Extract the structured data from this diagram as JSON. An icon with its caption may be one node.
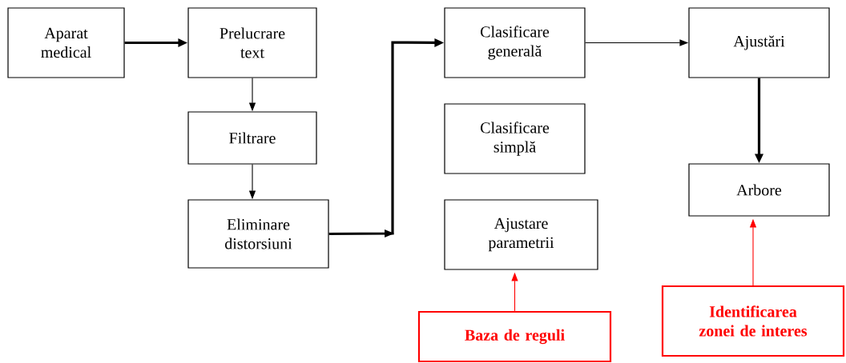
{
  "diagram": {
    "nodes": [
      {
        "text": [
          "Aparat medical"
        ]
      },
      {
        "text": [
          "Prelucrare text"
        ]
      },
      {
        "text": [
          "Filtrare"
        ]
      },
      {
        "text": [
          "Eliminare distorsiuni"
        ]
      },
      {
        "text": [
          "Clasificare generală"
        ]
      },
      {
        "text": [
          "Clasificare simplă"
        ]
      },
      {
        "text": [
          "Ajustare parametrii"
        ]
      },
      {
        "text": [
          "Ajustări"
        ]
      },
      {
        "text": [
          "Arbore"
        ]
      },
      {
        "text": [
          "Baza de reguli"
        ]
      },
      {
        "text": [
          "Identificarea zonei de interes"
        ]
      }
    ],
    "edges": [
      {
        "from": 0,
        "to": 1,
        "arrow": "to",
        "style": "thick"
      },
      {
        "from": 1,
        "to": 2,
        "arrow": "to"
      },
      {
        "from": 2,
        "to": 3,
        "arrow": "to"
      },
      {
        "from": 3,
        "to": 4,
        "arrow": "to",
        "style": "thick"
      },
      {
        "from": 4,
        "to": 7,
        "arrow": "to"
      },
      {
        "from": 7,
        "to": 8,
        "arrow": "to",
        "style": "thick"
      },
      {
        "from": 9,
        "to": 6,
        "arrow": "to",
        "color": "#ff0000"
      },
      {
        "from": 10,
        "to": 8,
        "arrow": "to",
        "color": "#ff0000"
      }
    ]
  }
}
